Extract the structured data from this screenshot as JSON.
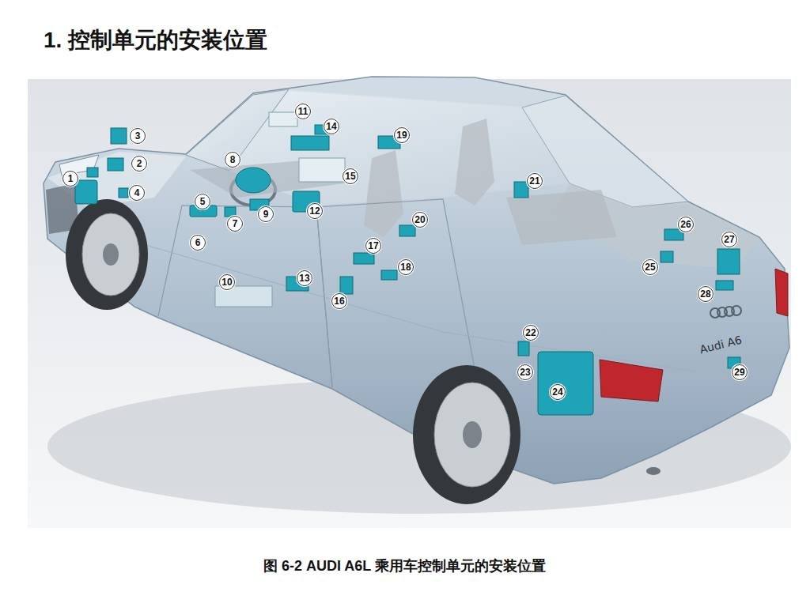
{
  "diagram": {
    "title": "1. 控制单元的安装位置",
    "caption": "图 6-2  AUDI A6L 乘用车控制单元的安装位置",
    "labels": [
      "1",
      "2",
      "3",
      "4",
      "5",
      "6",
      "7",
      "8",
      "9",
      "10",
      "11",
      "12",
      "13",
      "14",
      "15",
      "16",
      "17",
      "18",
      "19",
      "20",
      "21",
      "22",
      "23",
      "24",
      "25",
      "26",
      "27",
      "28",
      "29",
      "Audi A6"
    ]
  }
}
